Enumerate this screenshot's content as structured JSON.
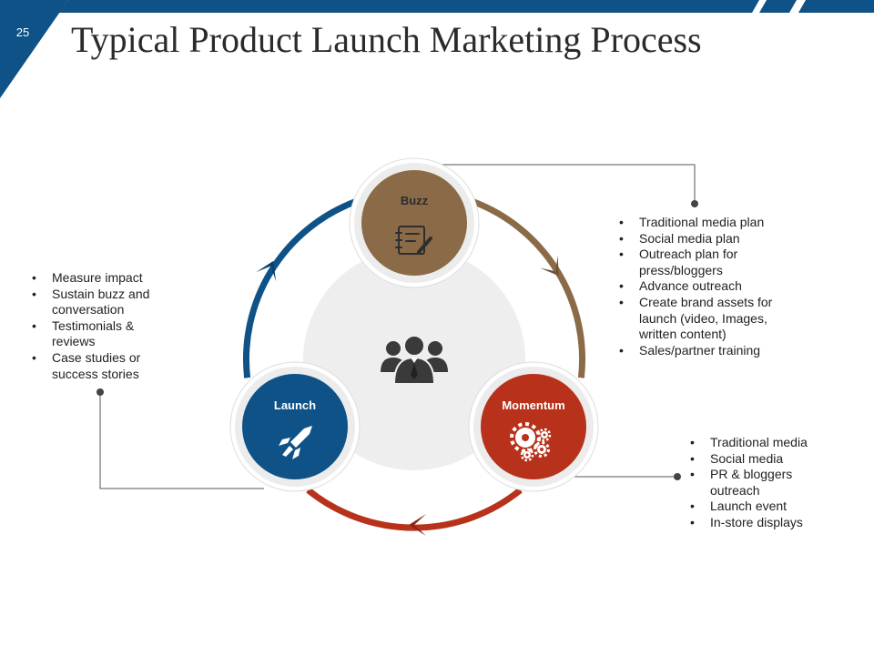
{
  "slide_number": "25",
  "title": "Typical Product Launch Marketing Process",
  "colors": {
    "brand_blue": "#0e5287",
    "buzz_brown": "#8b6b47",
    "momentum_red": "#b8321b",
    "connector_line": "#555555"
  },
  "center": {
    "icon": "business-team-icon"
  },
  "stages": [
    {
      "id": "buzz",
      "label": "Buzz",
      "icon": "checklist-pen-icon",
      "color": "#8b6b47",
      "items": [
        "Traditional media plan",
        "Social media plan",
        "Outreach plan for press/bloggers",
        "Advance outreach",
        "Create brand assets for launch (video, Images, written content)",
        "Sales/partner training"
      ]
    },
    {
      "id": "launch",
      "label": "Launch",
      "icon": "rocket-icon",
      "color": "#0e5287",
      "items": [
        "Measure impact",
        "Sustain buzz and conversation",
        "Testimonials & reviews",
        "Case studies or success stories"
      ]
    },
    {
      "id": "momentum",
      "label": "Momentum",
      "icon": "gears-icon",
      "color": "#b8321b",
      "items": [
        "Traditional media",
        "Social media",
        "PR & bloggers outreach",
        "Launch event",
        "In-store displays"
      ]
    }
  ]
}
